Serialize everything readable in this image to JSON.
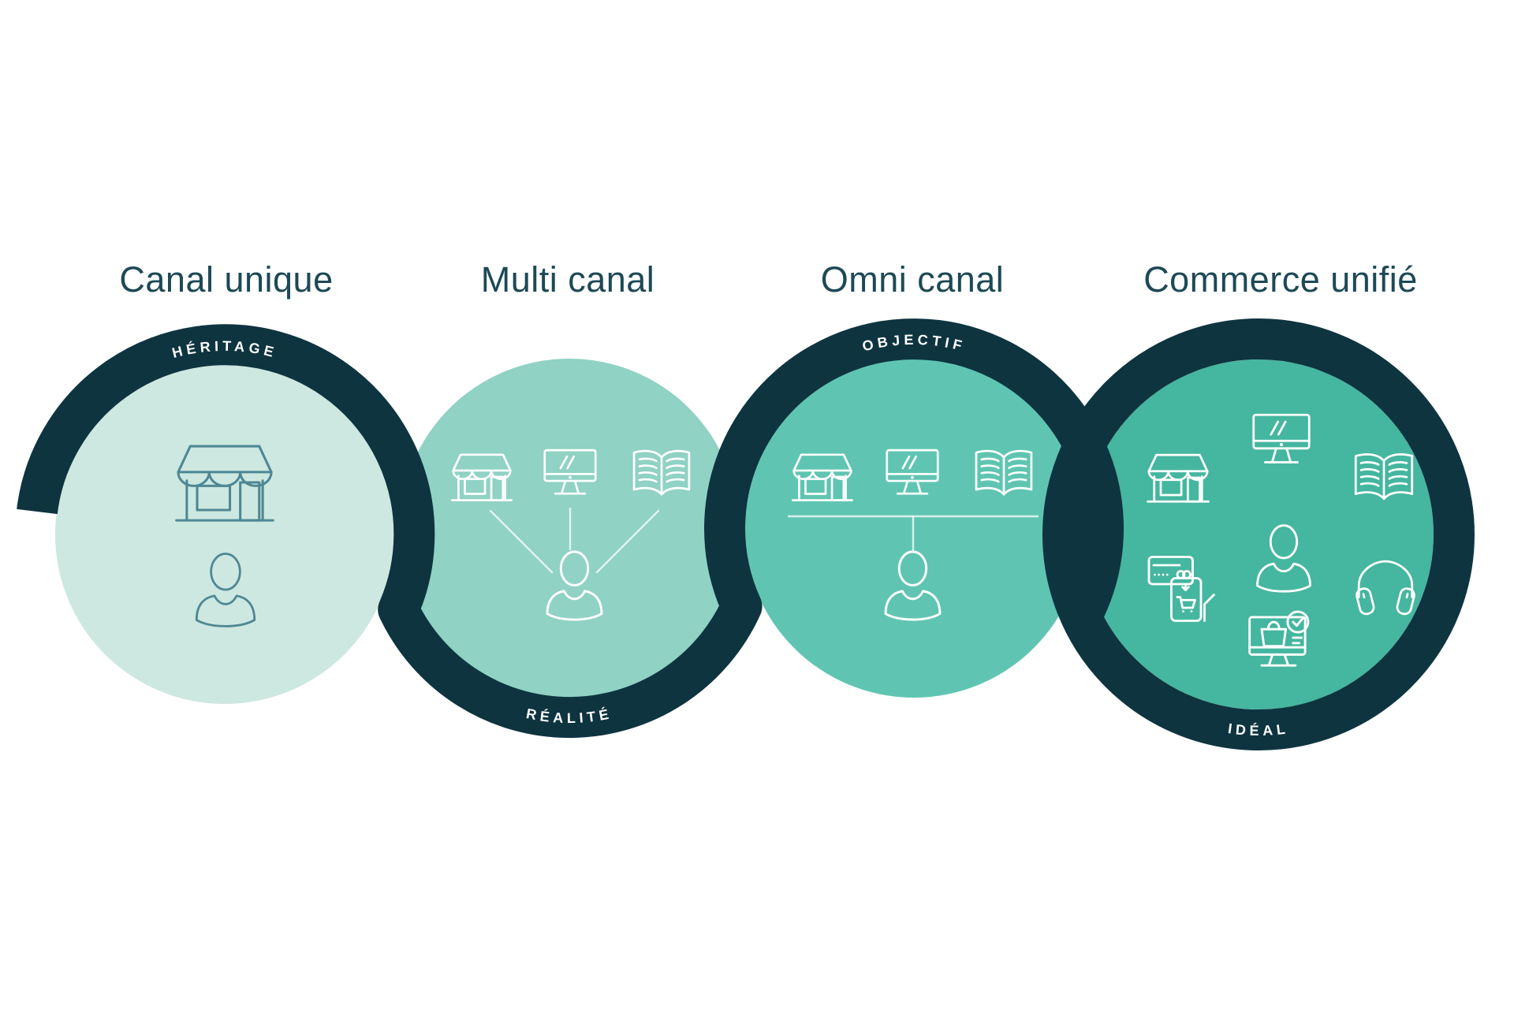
{
  "diagram": {
    "stages": [
      {
        "title": "Canal unique",
        "band_label": "HÉRITAGE",
        "band_label_position": "top",
        "circle_color": "#cde8e0",
        "icons": [
          "store-icon",
          "customer-icon"
        ]
      },
      {
        "title": "Multi canal",
        "band_label": "RÉALITÉ",
        "band_label_position": "bottom",
        "circle_color": "#90d2c4",
        "icons": [
          "store-icon",
          "computer-icon",
          "catalog-icon",
          "customer-icon"
        ]
      },
      {
        "title": "Omni canal",
        "band_label": "OBJECTIF",
        "band_label_position": "top",
        "circle_color": "#5fc5b2",
        "icons": [
          "store-icon",
          "computer-icon",
          "catalog-icon",
          "customer-icon"
        ]
      },
      {
        "title": "Commerce unifié",
        "band_label": "IDÉAL",
        "band_label_position": "bottom",
        "circle_color": "#45b69f",
        "icons": [
          "computer-icon",
          "store-icon",
          "catalog-icon",
          "customer-icon",
          "mobile-payment-icon",
          "headphones-icon",
          "online-order-icon"
        ]
      }
    ],
    "colors": {
      "band_navy": "#0e3440",
      "title_text": "#1d4956",
      "icon_teal": "#4e8794",
      "white_icons": "#ffffff"
    }
  }
}
